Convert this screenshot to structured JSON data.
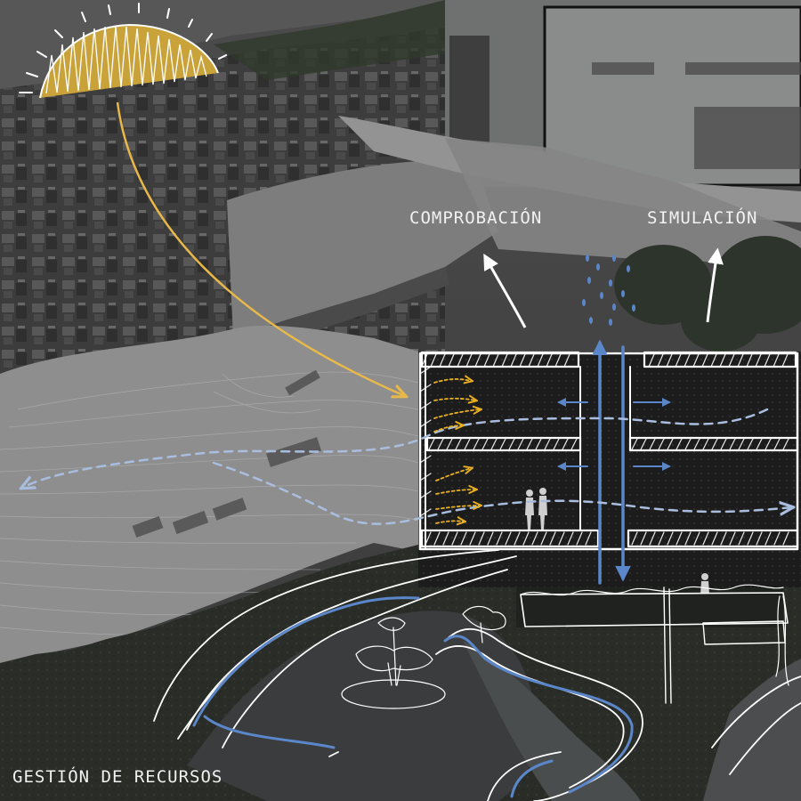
{
  "labels": {
    "comprobacion": "COMPROBACIÓN",
    "simulacion": "SIMULACIÓN",
    "gestion": "GESTIÓN DE RECURSOS"
  },
  "colors": {
    "sun": "#c9a23a",
    "sun_arrow": "#e8b84a",
    "airflow": "#a9bedf",
    "water": "#5b86c9",
    "heat": "#e8b020",
    "sketch": "#ffffff"
  }
}
